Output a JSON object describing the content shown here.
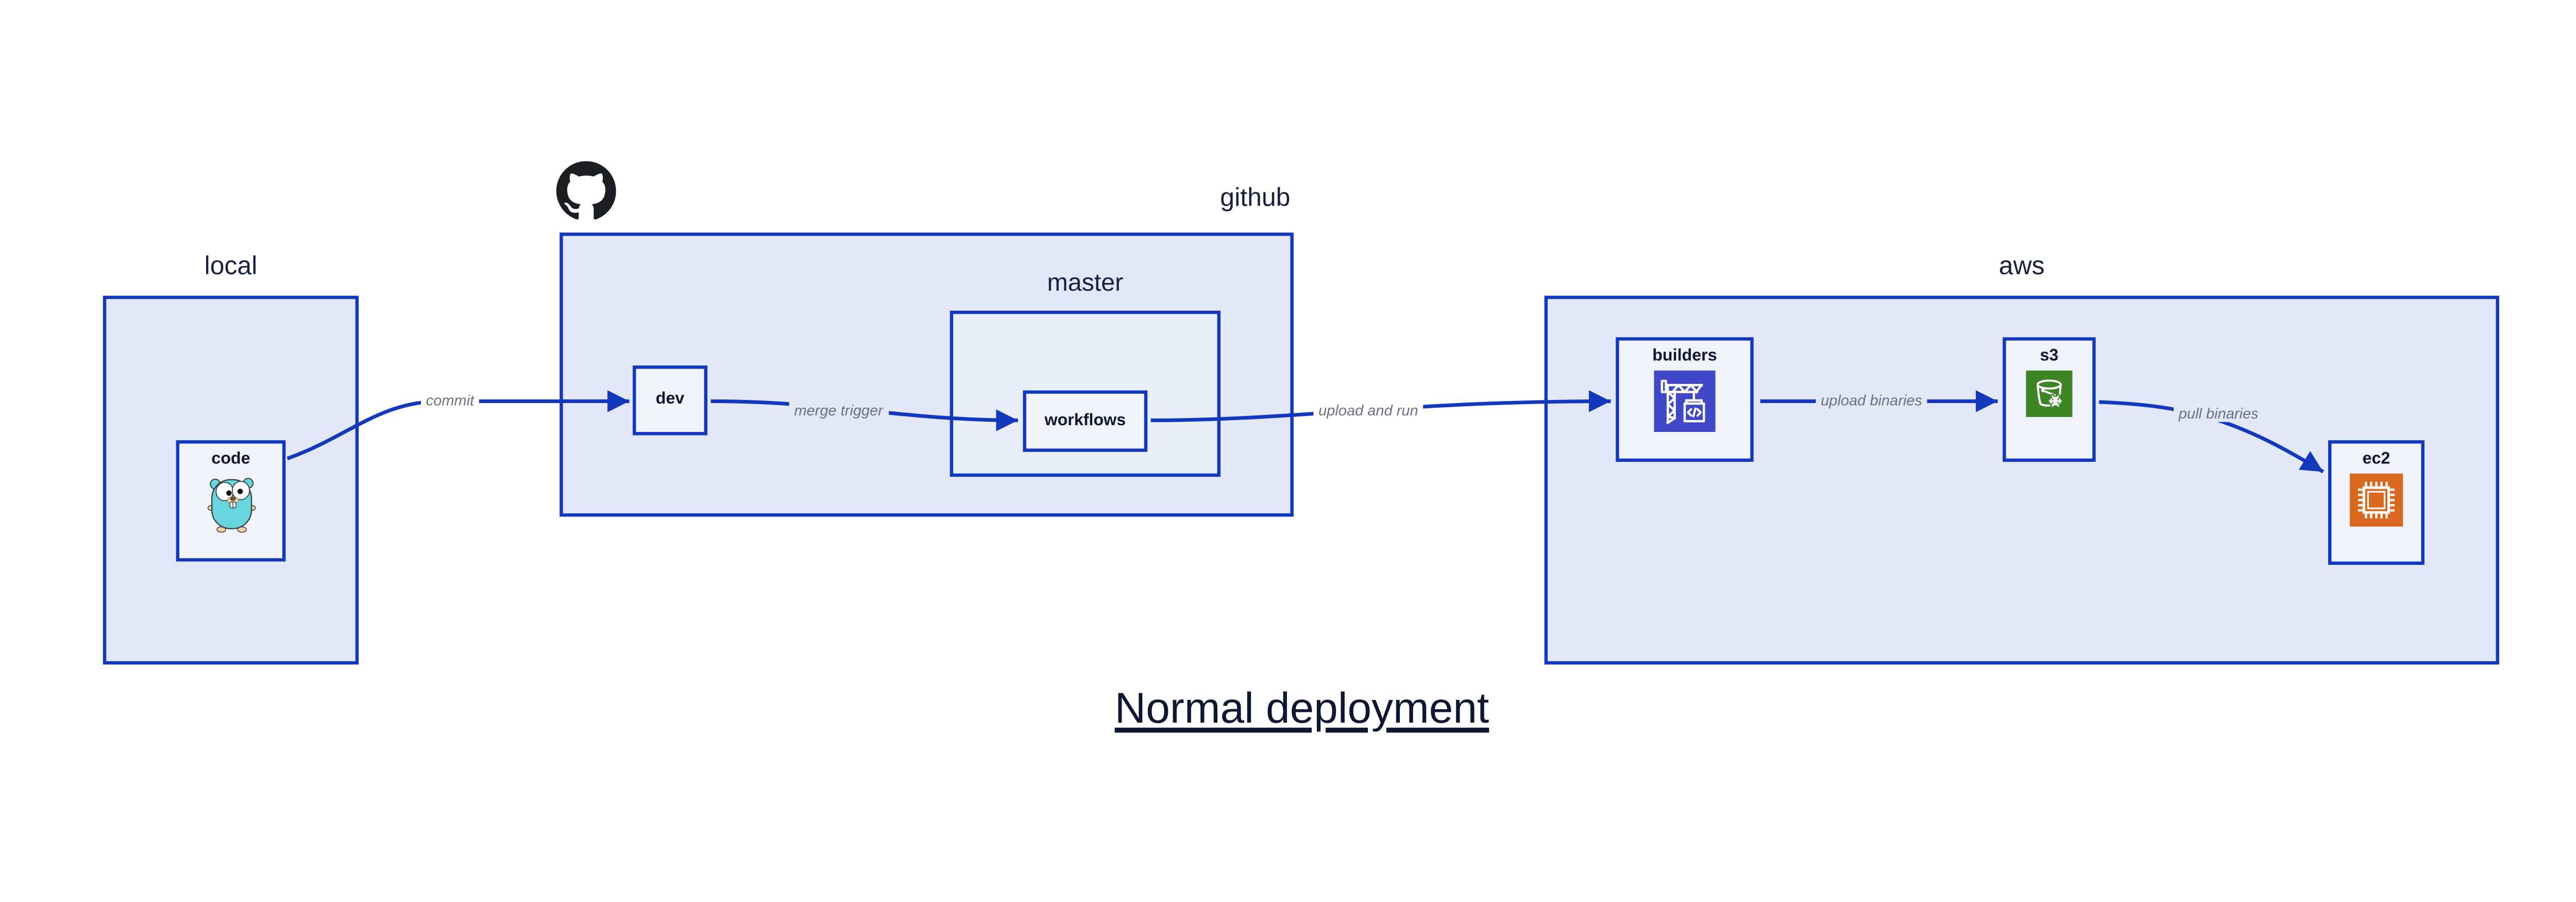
{
  "title": "Normal deployment",
  "groups": {
    "local": {
      "label": "local"
    },
    "github": {
      "label": "github"
    },
    "master": {
      "label": "master"
    },
    "aws": {
      "label": "aws"
    }
  },
  "nodes": {
    "code": {
      "label": "code"
    },
    "dev": {
      "label": "dev"
    },
    "workflows": {
      "label": "workflows"
    },
    "builders": {
      "label": "builders"
    },
    "s3": {
      "label": "s3"
    },
    "ec2": {
      "label": "ec2"
    }
  },
  "edges": {
    "commit": {
      "label": "commit",
      "from": "code",
      "to": "dev"
    },
    "merge_trigger": {
      "label": "merge trigger",
      "from": "dev",
      "to": "workflows"
    },
    "upload_and_run": {
      "label": "upload and run",
      "from": "workflows",
      "to": "builders"
    },
    "upload_binaries": {
      "label": "upload binaries",
      "from": "builders",
      "to": "s3"
    },
    "pull_binaries": {
      "label": "pull binaries",
      "from": "s3",
      "to": "ec2"
    }
  },
  "icons": {
    "github_logo": "github-octocat-logo",
    "code": "go-gopher-mascot",
    "builders": "aws-codebuild-crane",
    "s3": "aws-s3-glacier-bucket-snowflake",
    "ec2": "aws-ec2-chip"
  },
  "colors": {
    "background": "#ffffff",
    "container_fill": "#e2e8f8",
    "inner_container_fill": "#e9eefb",
    "node_fill": "#f0f3fc",
    "stroke_blue": "#1238be",
    "label_navy": "#17213d",
    "edge_label_gray": "#6a7183",
    "builders_icon_bg": "#4147c9",
    "s3_icon_bg": "#3e8526",
    "ec2_icon_bg": "#d9671d",
    "github_logo_black": "#1b1f23",
    "gopher_body": "#67d5de"
  }
}
